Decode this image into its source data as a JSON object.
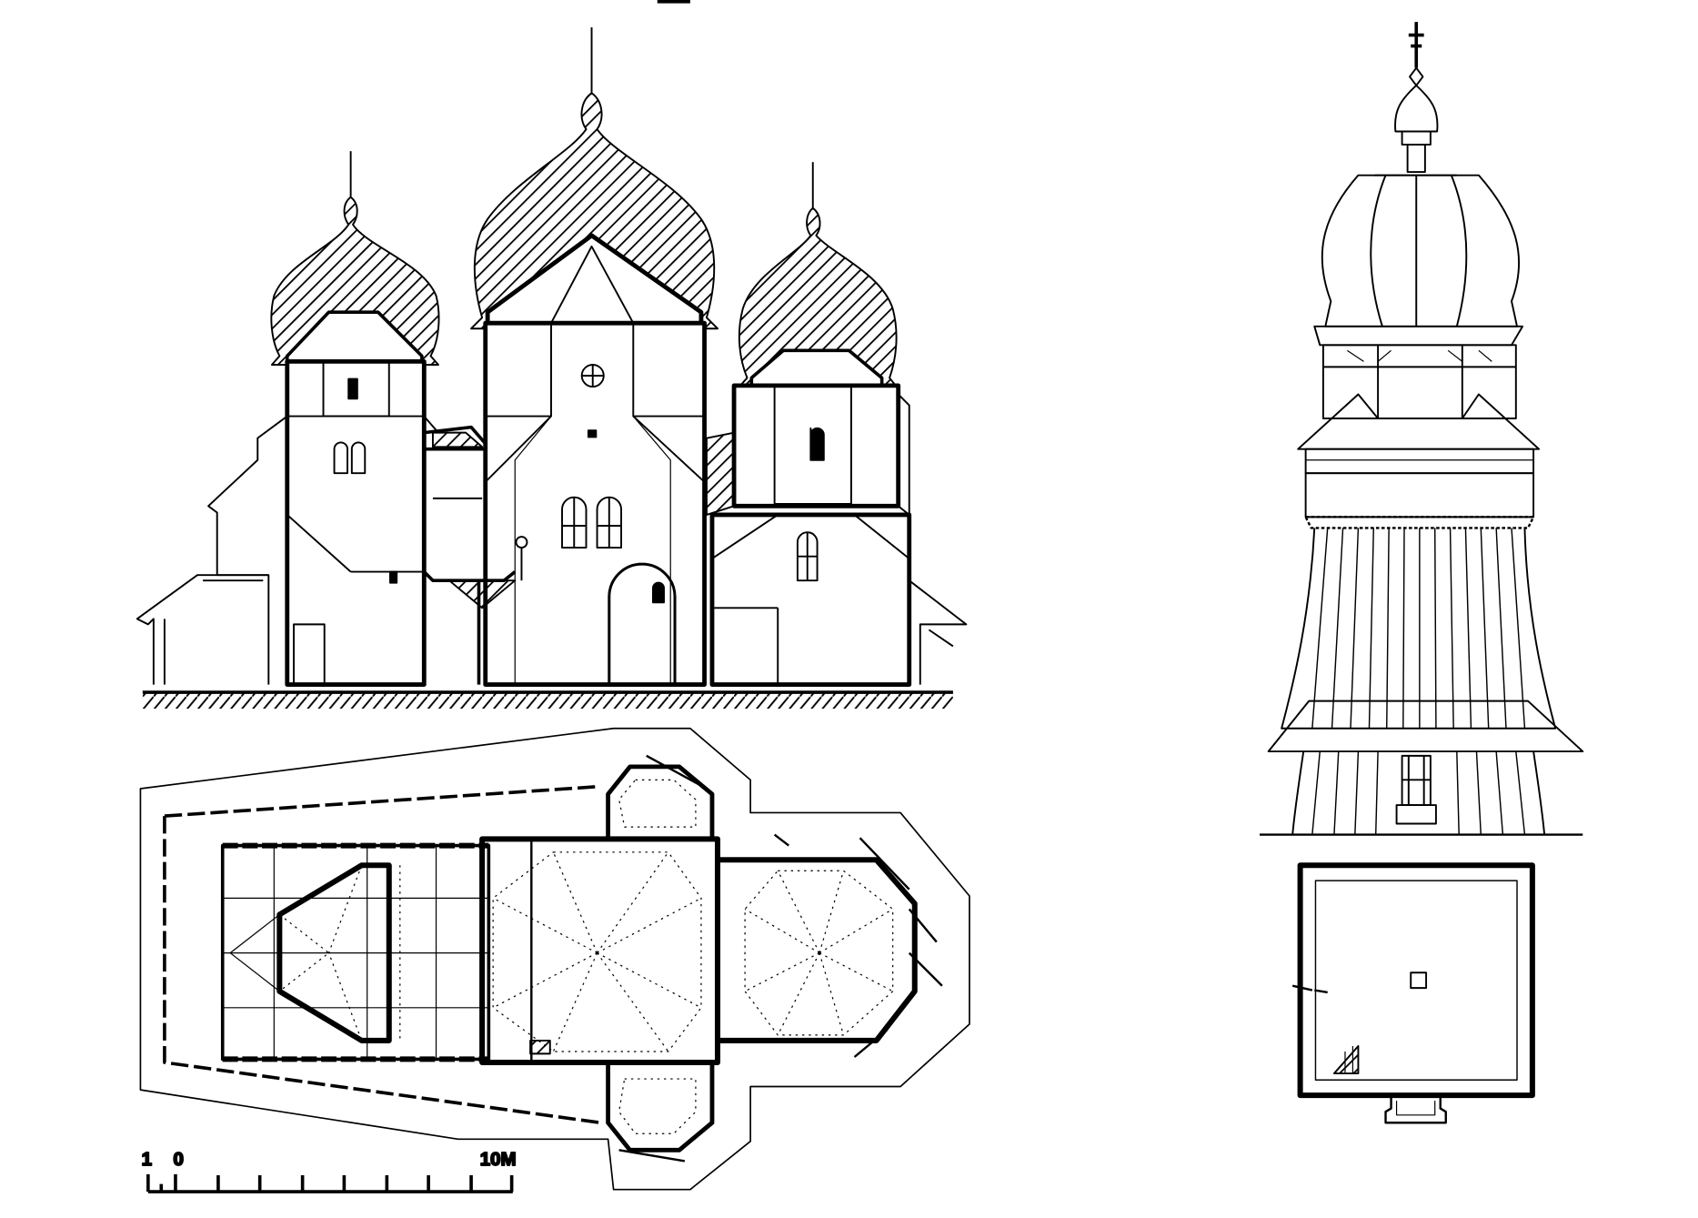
{
  "scale_bar": {
    "label_left_1": "1",
    "label_left_0": "0",
    "label_right": "10M"
  },
  "colors": {
    "ink": "#000000",
    "paper": "#ffffff"
  }
}
